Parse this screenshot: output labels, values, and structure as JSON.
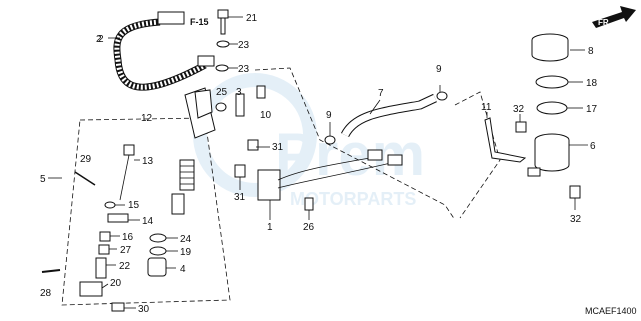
{
  "diagram_code": "MCAEF1400",
  "direction_label": "FR.",
  "ref_label": "F-15",
  "watermark": {
    "main": "Prem",
    "sub": "MOTORPARTS"
  },
  "callouts": [
    "1",
    "2",
    "3",
    "4",
    "5",
    "6",
    "7",
    "8",
    "9",
    "9",
    "10",
    "11",
    "12",
    "13",
    "14",
    "15",
    "16",
    "17",
    "18",
    "19",
    "20",
    "21",
    "22",
    "23",
    "23",
    "24",
    "25",
    "26",
    "27",
    "28",
    "29",
    "30",
    "31",
    "31",
    "32",
    "32"
  ]
}
